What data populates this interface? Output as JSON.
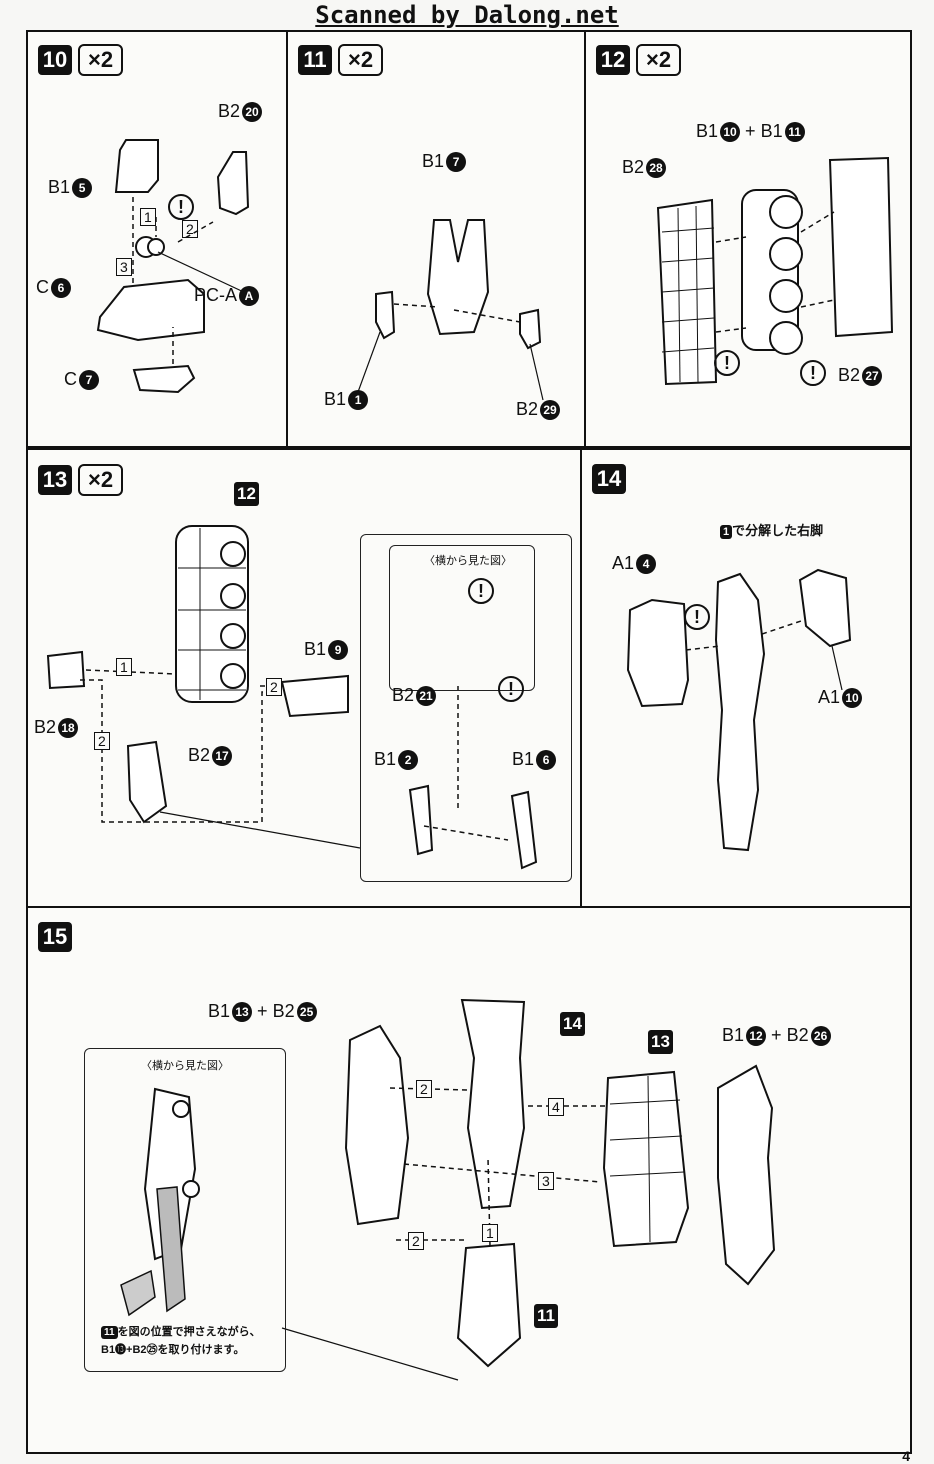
{
  "header": {
    "scan_credit": "Scanned by Dalong.net"
  },
  "page_number": "4",
  "steps": {
    "s10": {
      "num": "10",
      "mult": "×2",
      "labels": {
        "b2_20_part": "B2",
        "b2_20_num": "20",
        "b1_5_part": "B1",
        "b1_5_num": "5",
        "c6_part": "C",
        "c6_num": "6",
        "pca_part": "PC-A",
        "pca_num": "A",
        "c7_part": "C",
        "c7_num": "7",
        "order1": "1",
        "order2": "2",
        "order3": "3",
        "warn": "!"
      }
    },
    "s11": {
      "num": "11",
      "mult": "×2",
      "labels": {
        "b1_7_part": "B1",
        "b1_7_num": "7",
        "b1_1_part": "B1",
        "b1_1_num": "1",
        "b2_29_part": "B2",
        "b2_29_num": "29"
      }
    },
    "s12": {
      "num": "12",
      "mult": "×2",
      "labels": {
        "b1_10_part": "B1",
        "b1_10_num": "10",
        "plus": "+",
        "b1_11_part": "B1",
        "b1_11_num": "11",
        "b2_28_part": "B2",
        "b2_28_num": "28",
        "b2_27_part": "B2",
        "b2_27_num": "27",
        "warn": "!"
      }
    },
    "s13": {
      "num": "13",
      "mult": "×2",
      "labels": {
        "ref12": "12",
        "b1_9_part": "B1",
        "b1_9_num": "9",
        "b2_18_part": "B2",
        "b2_18_num": "18",
        "b2_17_part": "B2",
        "b2_17_num": "17",
        "b2_21_part": "B2",
        "b2_21_num": "21",
        "b1_2_part": "B1",
        "b1_2_num": "2",
        "b1_6_part": "B1",
        "b1_6_num": "6",
        "side_view": "〈横から見た図〉",
        "order1": "1",
        "order2": "2",
        "warn": "!"
      }
    },
    "s14": {
      "num": "14",
      "labels": {
        "note_num": "1",
        "note_text": "で分解した右脚",
        "a1_4_part": "A1",
        "a1_4_num": "4",
        "a1_10_part": "A1",
        "a1_10_num": "10",
        "warn": "!"
      }
    },
    "s15": {
      "num": "15",
      "labels": {
        "b1_13_part": "B1",
        "b1_13_num": "13",
        "plus": "+",
        "b2_25_part": "B2",
        "b2_25_num": "25",
        "ref14": "14",
        "ref13": "13",
        "ref11": "11",
        "b1_12_part": "B1",
        "b1_12_num": "12",
        "b2_26_part": "B2",
        "b2_26_num": "26",
        "side_view": "〈横から見た図〉",
        "inst_line1_num": "11",
        "inst_line1_text": "を図の位置で押さえながら、",
        "inst_line2": "B1⓭+B2㉕を取り付けます。",
        "order1": "1",
        "order2": "2",
        "order3": "3",
        "order4": "4"
      }
    }
  }
}
